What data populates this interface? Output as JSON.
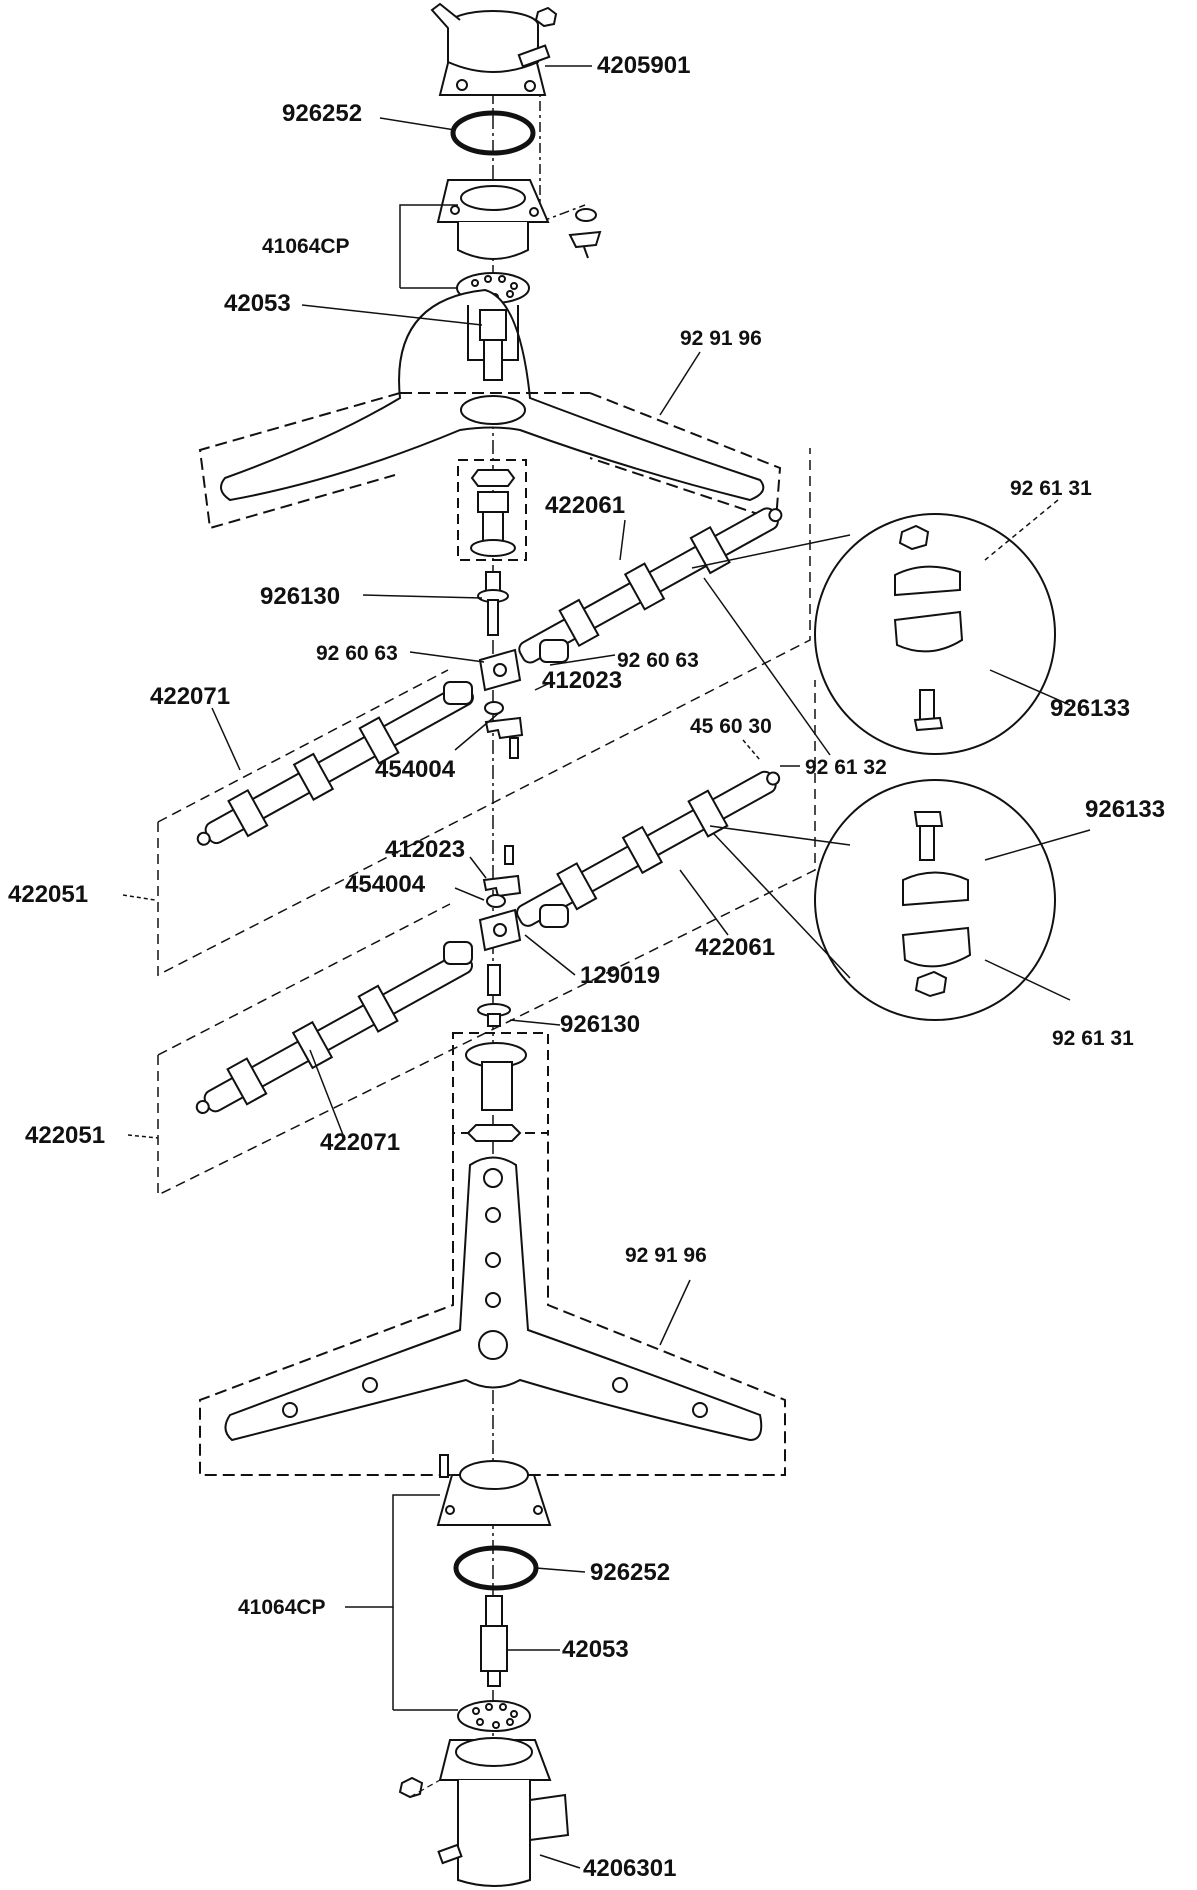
{
  "labels": {
    "top_housing": "4205901",
    "top_oring": "926252",
    "top_flange_cp": "41064CP",
    "top_stud": "42053",
    "top_arm": "92 91 96",
    "upper_left_tube": "422071",
    "upper_right_tube": "422061",
    "upper_clamp_detail": "92 61 31",
    "upper_clamp_detail_b": "926133",
    "upper_axle": "926130",
    "upper_nozzle_left": "92 60 63",
    "upper_nozzle_right": "92 60 63",
    "upper_bracket": "412023",
    "upper_spacer": "454004",
    "upper_assembly": "422051",
    "lower_oring_small": "45 60 30",
    "lower_end_screw": "92 61 32",
    "lower_clamp_detail": "926133",
    "lower_clamp_detail_b": "92 61 31",
    "lower_bracket": "412023",
    "lower_spacer": "454004",
    "lower_right_tube": "422061",
    "lower_hub": "129019",
    "lower_axle": "926130",
    "lower_assembly": "422051",
    "lower_left_tube": "422071",
    "bottom_arm": "92 91 96",
    "bottom_oring": "926252",
    "bottom_flange_cp": "41064CP",
    "bottom_stud": "42053",
    "bottom_housing": "4206301"
  }
}
